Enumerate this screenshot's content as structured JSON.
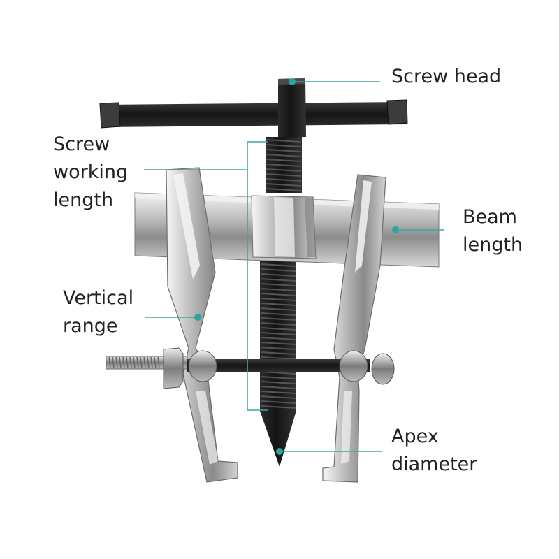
{
  "labels": {
    "screw_head": [
      "Screw head"
    ],
    "screw_working_length": [
      "Screw",
      "working",
      "length"
    ],
    "beam_length": [
      "Beam",
      "length"
    ],
    "vertical_range": [
      "Vertical",
      "range"
    ],
    "apex_diameter": [
      "Apex",
      "diameter"
    ]
  },
  "colors": {
    "leader_line": "#3aa8a3",
    "marker_dot": "#2fa39d",
    "metal_light": "#e6e6e6",
    "metal_mid": "#a8a8a8",
    "metal_dark": "#5a5a5a",
    "screw_black": "#1c1c1c",
    "text": "#222222"
  },
  "image": {
    "subject": "two-jaw bearing puller"
  }
}
